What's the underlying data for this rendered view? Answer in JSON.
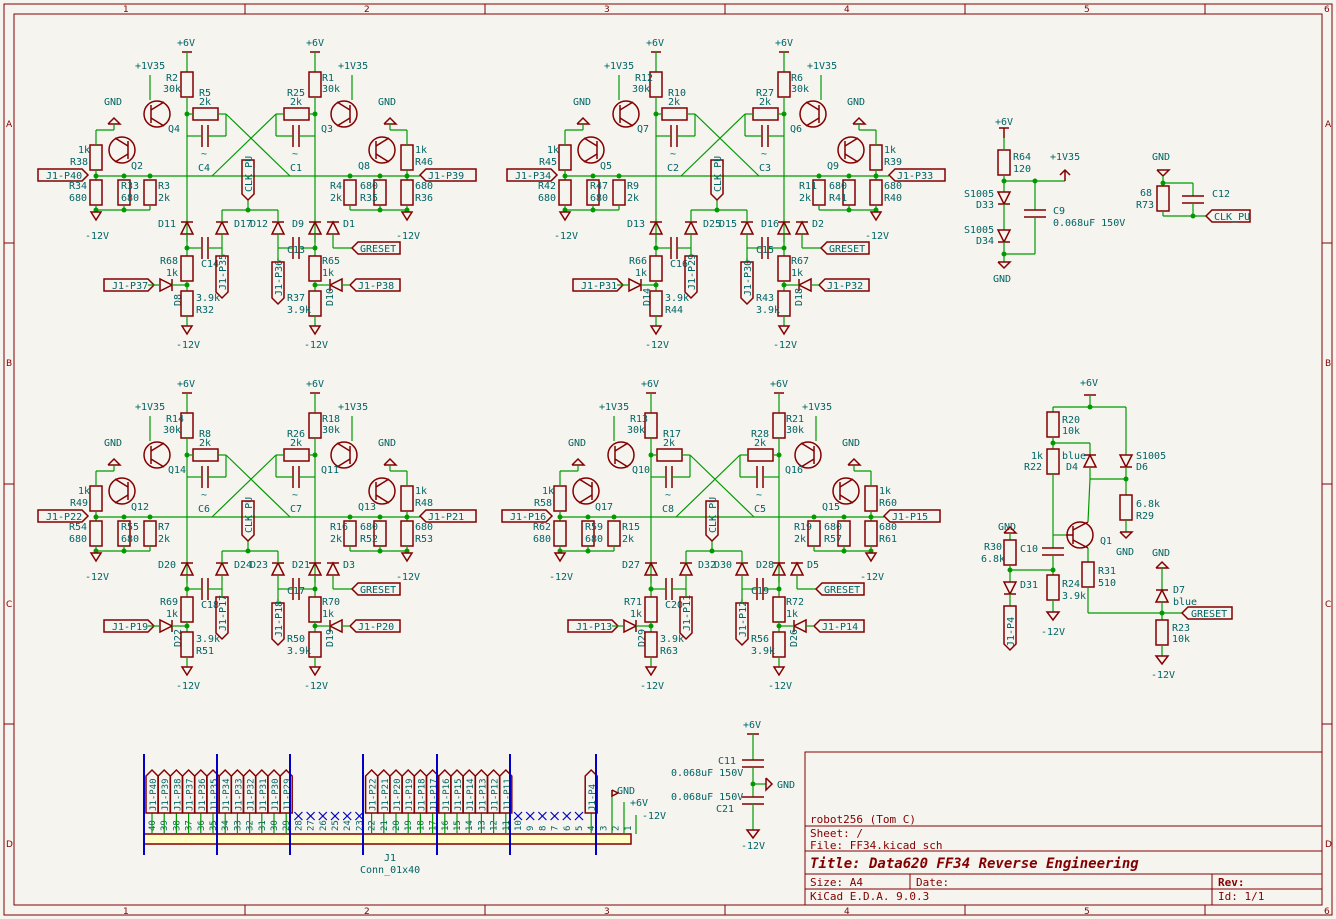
{
  "grid": {
    "columns": [
      "1",
      "2",
      "3",
      "4",
      "5",
      "6"
    ],
    "rows": [
      "A",
      "B",
      "C",
      "D"
    ]
  },
  "title_block": {
    "company": "robot256 (Tom C)",
    "sheet": "Sheet: /",
    "file": "File: FF34.kicad_sch",
    "title": "Title: Data620 FF34 Reverse Engineering",
    "size": "Size: A4",
    "date": "Date:",
    "rev": "Rev:",
    "tool": "KiCad E.D.A. 9.0.3",
    "id": "Id: 1/1"
  },
  "rails": {
    "p6": "+6V",
    "p135": "+1V35",
    "m12": "-12V",
    "gnd": "GND"
  },
  "labels": {
    "clk_pu": "CLK_PU",
    "greset": "GRESET"
  },
  "ff_blocks": [
    {
      "id": "ff1",
      "qA": "Q4",
      "qB": "Q3",
      "qC": "Q2",
      "qD": "Q8",
      "rA": "R2",
      "rB": "R1",
      "rPA": "R5",
      "rPB": "R25",
      "rGA": "R38",
      "rGB": "R46",
      "rLA": "R34",
      "rLB": "R36",
      "rLA2": "R33",
      "rLB2": "R35",
      "rBA": "R3",
      "rBB": "R4",
      "cA": "C4",
      "cB": "C1",
      "dA": "D11",
      "dB": "D17",
      "dC": "D12",
      "dD": "D9",
      "dE": "D1",
      "dF": "D8",
      "dG": "D10",
      "cBot1": "C14",
      "cBot2": "C13",
      "rBot1": "R68",
      "rBot2": "R65",
      "rBot3": "R32",
      "rBot4": "R37",
      "inL": "J1-P40",
      "inR": "J1-P39",
      "pinA": "J1-P37",
      "pinB": "J1-P38",
      "pinC": "J1-P35",
      "pinD": "J1-P36"
    },
    {
      "id": "ff2",
      "qA": "Q7",
      "qB": "Q6",
      "qC": "Q5",
      "qD": "Q9",
      "rA": "R12",
      "rB": "R6",
      "rPA": "R10",
      "rPB": "R27",
      "rGA": "R45",
      "rGB": "R39",
      "rLA": "R42",
      "rLB": "R40",
      "rLA2": "R47",
      "rLB2": "R41",
      "rBA": "R9",
      "rBB": "R11",
      "cA": "C2",
      "cB": "C3",
      "dA": "D13",
      "dB": "D25",
      "dC": "D15",
      "dD": "D16",
      "dE": "D2",
      "dF": "D14",
      "dG": "D18",
      "cBot1": "C16",
      "cBot2": "C15",
      "rBot1": "R66",
      "rBot2": "R67",
      "rBot3": "R44",
      "rBot4": "R43",
      "inL": "J1-P34",
      "inR": "J1-P33",
      "pinA": "J1-P31",
      "pinB": "J1-P32",
      "pinC": "J1-P29",
      "pinD": "J1-P30"
    },
    {
      "id": "ff3",
      "qA": "Q14",
      "qB": "Q11",
      "qC": "Q12",
      "qD": "Q13",
      "rA": "R14",
      "rB": "R18",
      "rPA": "R8",
      "rPB": "R26",
      "rGA": "R49",
      "rGB": "R48",
      "rLA": "R54",
      "rLB": "R53",
      "rLA2": "R55",
      "rLB2": "R52",
      "rBA": "R7",
      "rBB": "R16",
      "cA": "C6",
      "cB": "C7",
      "dA": "D20",
      "dB": "D24",
      "dC": "D23",
      "dD": "D21",
      "dE": "D3",
      "dF": "D22",
      "dG": "D19",
      "cBot1": "C18",
      "cBot2": "C17",
      "rBot1": "R69",
      "rBot2": "R70",
      "rBot3": "R51",
      "rBot4": "R50",
      "inL": "J1-P22",
      "inR": "J1-P21",
      "pinA": "J1-P19",
      "pinB": "J1-P20",
      "pinC": "J1-P17",
      "pinD": "J1-P18"
    },
    {
      "id": "ff4",
      "qA": "Q10",
      "qB": "Q16",
      "qC": "Q17",
      "qD": "Q15",
      "rA": "R13",
      "rB": "R21",
      "rPA": "R17",
      "rPB": "R28",
      "rGA": "R58",
      "rGB": "R60",
      "rLA": "R62",
      "rLB": "R61",
      "rLA2": "R59",
      "rLB2": "R57",
      "rBA": "R15",
      "rBB": "R19",
      "cA": "C8",
      "cB": "C5",
      "dA": "D27",
      "dB": "D32",
      "dC": "D30",
      "dD": "D28",
      "dE": "D5",
      "dF": "D29",
      "dG": "D26",
      "cBot1": "C20",
      "cBot2": "C19",
      "rBot1": "R71",
      "rBot2": "R72",
      "rBot3": "R63",
      "rBot4": "R56",
      "inL": "J1-P16",
      "inR": "J1-P15",
      "pinA": "J1-P13",
      "pinB": "J1-P14",
      "pinC": "J1-P11",
      "pinD": "J1-P12"
    }
  ],
  "values": {
    "v30k": "30k",
    "v2k": "2k",
    "v1k": "1k",
    "v680": "680",
    "v39k": "3.9k",
    "dash": "~"
  },
  "clk_circuit": {
    "r64": "R64",
    "r64v": "120",
    "d33": "D33",
    "d34": "D34",
    "s1005": "S1005",
    "c9": "C9",
    "c9v": "0.068uF 150V",
    "c12": "C12",
    "r73": "R73",
    "r73v": "68"
  },
  "reset_circuit": {
    "r20": "R20",
    "r20v": "10k",
    "r22": "R22",
    "r22v": "1k",
    "d4": "D4",
    "d4v": "blue",
    "d6": "D6",
    "d6v": "S1005",
    "r29": "R29",
    "r29v": "6.8k",
    "q1": "Q1",
    "r30": "R30",
    "r30v": "6.8k",
    "c10": "C10",
    "d31": "D31",
    "r24": "R24",
    "r24v": "3.9k",
    "r31": "R31",
    "r31v": "510",
    "d7": "D7",
    "d7v": "blue",
    "r23": "R23",
    "r23v": "10k",
    "p4": "J1-P4"
  },
  "decoupling": {
    "c11": "C11",
    "c11v": "0.068uF 150V",
    "c21": "C21",
    "c21v": "0.068uF 150V"
  },
  "connector": {
    "ref": "J1",
    "value": "Conn_01x40",
    "pins": [
      {
        "num": "40",
        "label": "J1-P40"
      },
      {
        "num": "39",
        "label": "J1-P39"
      },
      {
        "num": "38",
        "label": "J1-P38"
      },
      {
        "num": "37",
        "label": "J1-P37"
      },
      {
        "num": "36",
        "label": "J1-P36"
      },
      {
        "num": "35",
        "label": "J1-P35"
      },
      {
        "num": "34",
        "label": "J1-P34"
      },
      {
        "num": "33",
        "label": "J1-P33"
      },
      {
        "num": "32",
        "label": "J1-P32"
      },
      {
        "num": "31",
        "label": "J1-P31"
      },
      {
        "num": "30",
        "label": "J1-P30"
      },
      {
        "num": "29",
        "label": "J1-P29"
      },
      {
        "num": "28",
        "label": ""
      },
      {
        "num": "27",
        "label": ""
      },
      {
        "num": "26",
        "label": ""
      },
      {
        "num": "25",
        "label": ""
      },
      {
        "num": "24",
        "label": ""
      },
      {
        "num": "23",
        "label": ""
      },
      {
        "num": "22",
        "label": "J1-P22"
      },
      {
        "num": "21",
        "label": "J1-P21"
      },
      {
        "num": "20",
        "label": "J1-P20"
      },
      {
        "num": "19",
        "label": "J1-P19"
      },
      {
        "num": "18",
        "label": "J1-P18"
      },
      {
        "num": "17",
        "label": "J1-P17"
      },
      {
        "num": "16",
        "label": "J1-P16"
      },
      {
        "num": "15",
        "label": "J1-P15"
      },
      {
        "num": "14",
        "label": "J1-P14"
      },
      {
        "num": "13",
        "label": "J1-P13"
      },
      {
        "num": "12",
        "label": "J1-P12"
      },
      {
        "num": "11",
        "label": "J1-P11"
      },
      {
        "num": "10",
        "label": ""
      },
      {
        "num": "9",
        "label": ""
      },
      {
        "num": "8",
        "label": ""
      },
      {
        "num": "7",
        "label": ""
      },
      {
        "num": "6",
        "label": ""
      },
      {
        "num": "5",
        "label": ""
      },
      {
        "num": "4",
        "label": "J1-P4"
      },
      {
        "num": "3",
        "label": ""
      },
      {
        "num": "2",
        "label": ""
      },
      {
        "num": "1",
        "label": ""
      }
    ]
  }
}
